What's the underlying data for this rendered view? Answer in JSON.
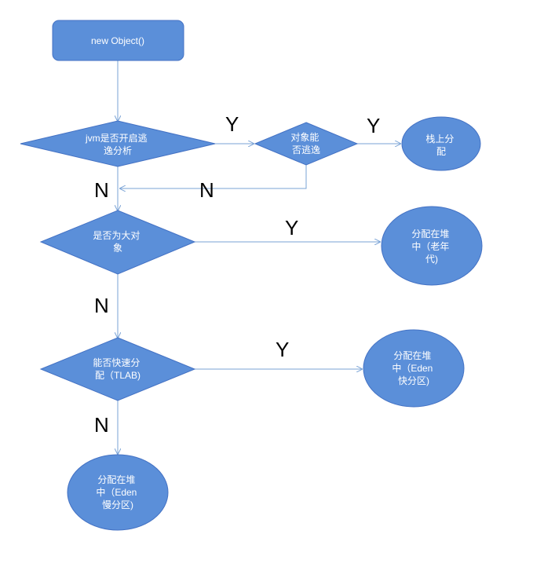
{
  "colors": {
    "node_fill": "#5b8fd9",
    "node_stroke": "#4472c4",
    "edge": "#7aa3d6",
    "node_text": "#ffffff",
    "label_text": "#000000"
  },
  "nodes": {
    "start": {
      "lines": [
        "new Object()"
      ]
    },
    "jvm_escape_enabled": {
      "lines": [
        "jvm是否开启逃",
        "逸分析"
      ]
    },
    "object_can_escape": {
      "lines": [
        "对象能",
        "否逃逸"
      ]
    },
    "stack_alloc": {
      "lines": [
        "栈上分",
        "配"
      ]
    },
    "is_large_object": {
      "lines": [
        "是否为大对",
        "象"
      ]
    },
    "heap_old_gen": {
      "lines": [
        "分配在堆",
        "中（老年",
        "代)"
      ]
    },
    "can_fast_alloc": {
      "lines": [
        "能否快速分",
        "配（TLAB)"
      ]
    },
    "heap_eden_fast": {
      "lines": [
        "分配在堆",
        "中（Eden",
        "快分区)"
      ]
    },
    "heap_eden_slow": {
      "lines": [
        "分配在堆",
        "中（Eden",
        "慢分区)"
      ]
    }
  },
  "edge_labels": {
    "jvm_yes": "Y",
    "escape_yes": "Y",
    "jvm_no": "N",
    "escape_no": "N",
    "large_yes": "Y",
    "large_no": "N",
    "fast_yes": "Y",
    "fast_no": "N"
  }
}
